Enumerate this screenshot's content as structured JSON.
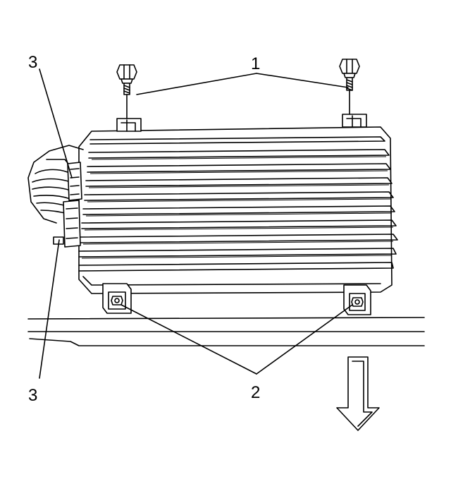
{
  "callouts": {
    "bolts": "1",
    "nuts": "2",
    "connector_top": "3",
    "connector_bottom": "3"
  },
  "colors": {
    "line": "#000000",
    "background": "#ffffff"
  }
}
